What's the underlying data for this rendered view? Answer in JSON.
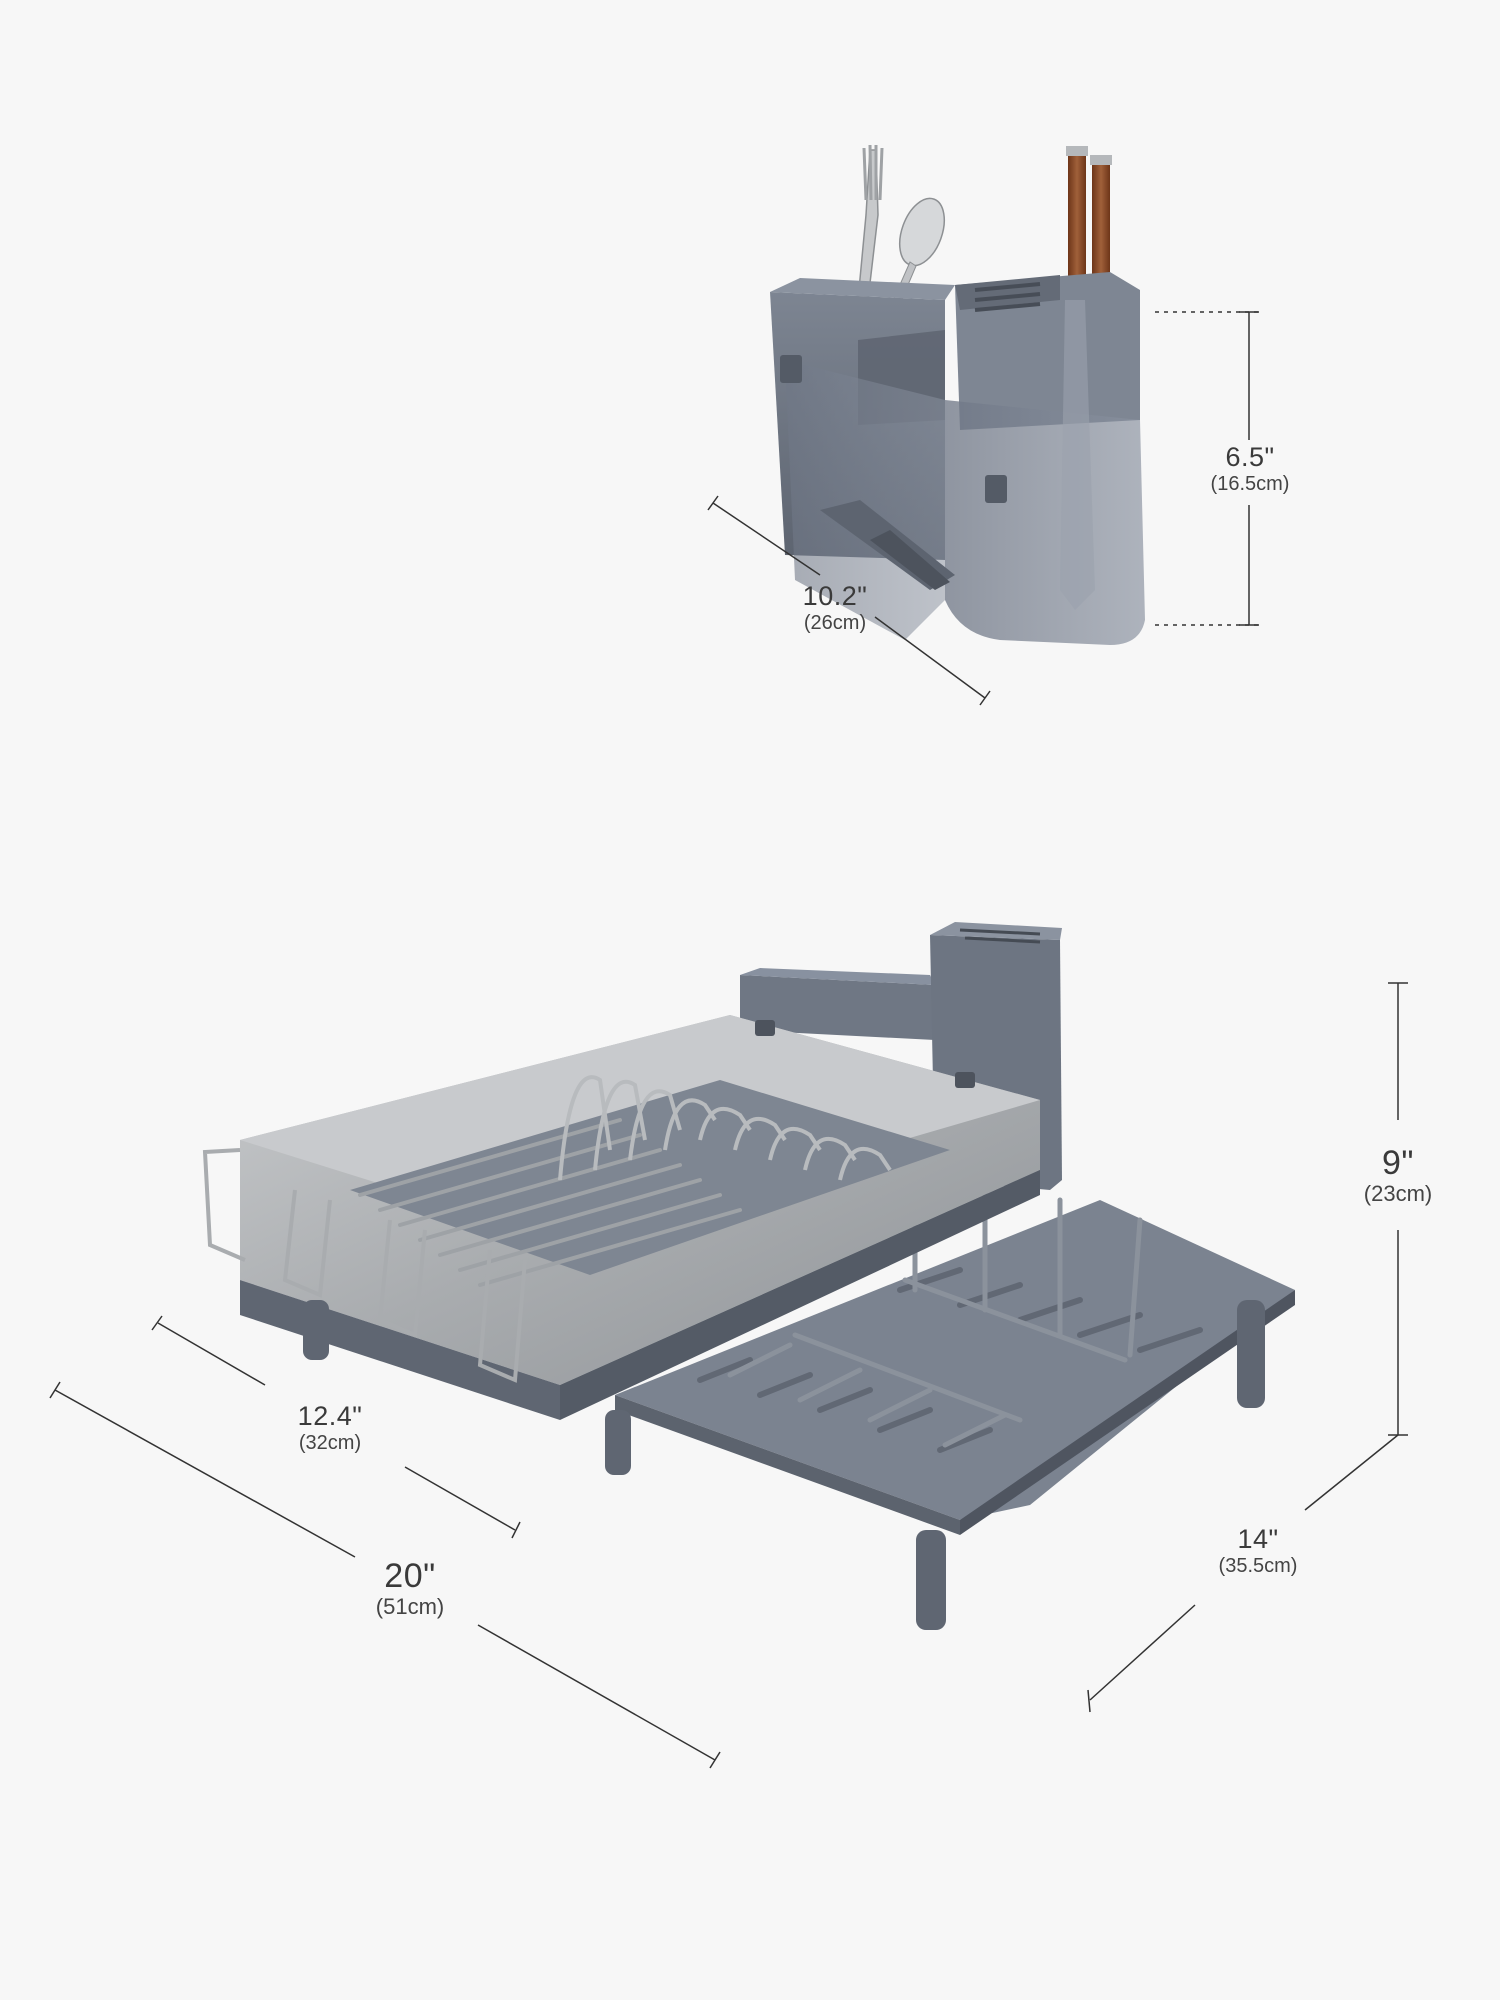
{
  "background_color": "#f7f7f7",
  "product_color": "#6b7380",
  "steel_color": "#b6b9bc",
  "wood_color": "#8a4a2a",
  "caddy": {
    "icon": "utensil-caddy-icon",
    "height": {
      "inches": "6.5\"",
      "cm": "(16.5cm)"
    },
    "width": {
      "inches": "10.2\"",
      "cm": "(26cm)"
    }
  },
  "rack": {
    "icon": "dish-rack-icon",
    "height": {
      "inches": "9\"",
      "cm": "(23cm)"
    },
    "depth": {
      "inches": "14\"",
      "cm": "(35.5cm)"
    },
    "basket_width": {
      "inches": "12.4\"",
      "cm": "(32cm)"
    },
    "total_width": {
      "inches": "20\"",
      "cm": "(51cm)"
    }
  }
}
